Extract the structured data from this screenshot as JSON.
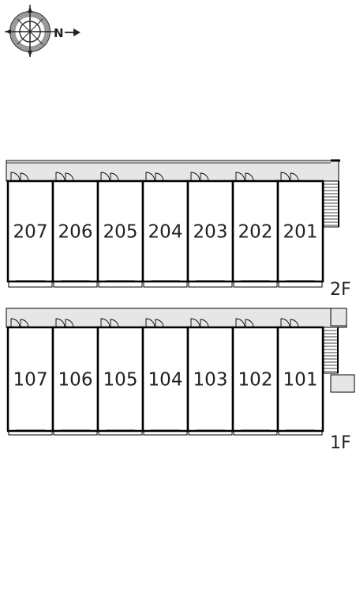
{
  "compass": {
    "icon": "compass-rose-icon",
    "north_label": "N",
    "north_direction": "right"
  },
  "floors": [
    {
      "id": "2F",
      "label": "2F",
      "rooms": [
        "207",
        "206",
        "205",
        "204",
        "203",
        "202",
        "201"
      ]
    },
    {
      "id": "1F",
      "label": "1F",
      "rooms": [
        "107",
        "106",
        "105",
        "104",
        "103",
        "102",
        "101"
      ]
    }
  ],
  "colors": {
    "line": "#000000",
    "corridor": "#e6e6e6",
    "text": "#222222"
  }
}
